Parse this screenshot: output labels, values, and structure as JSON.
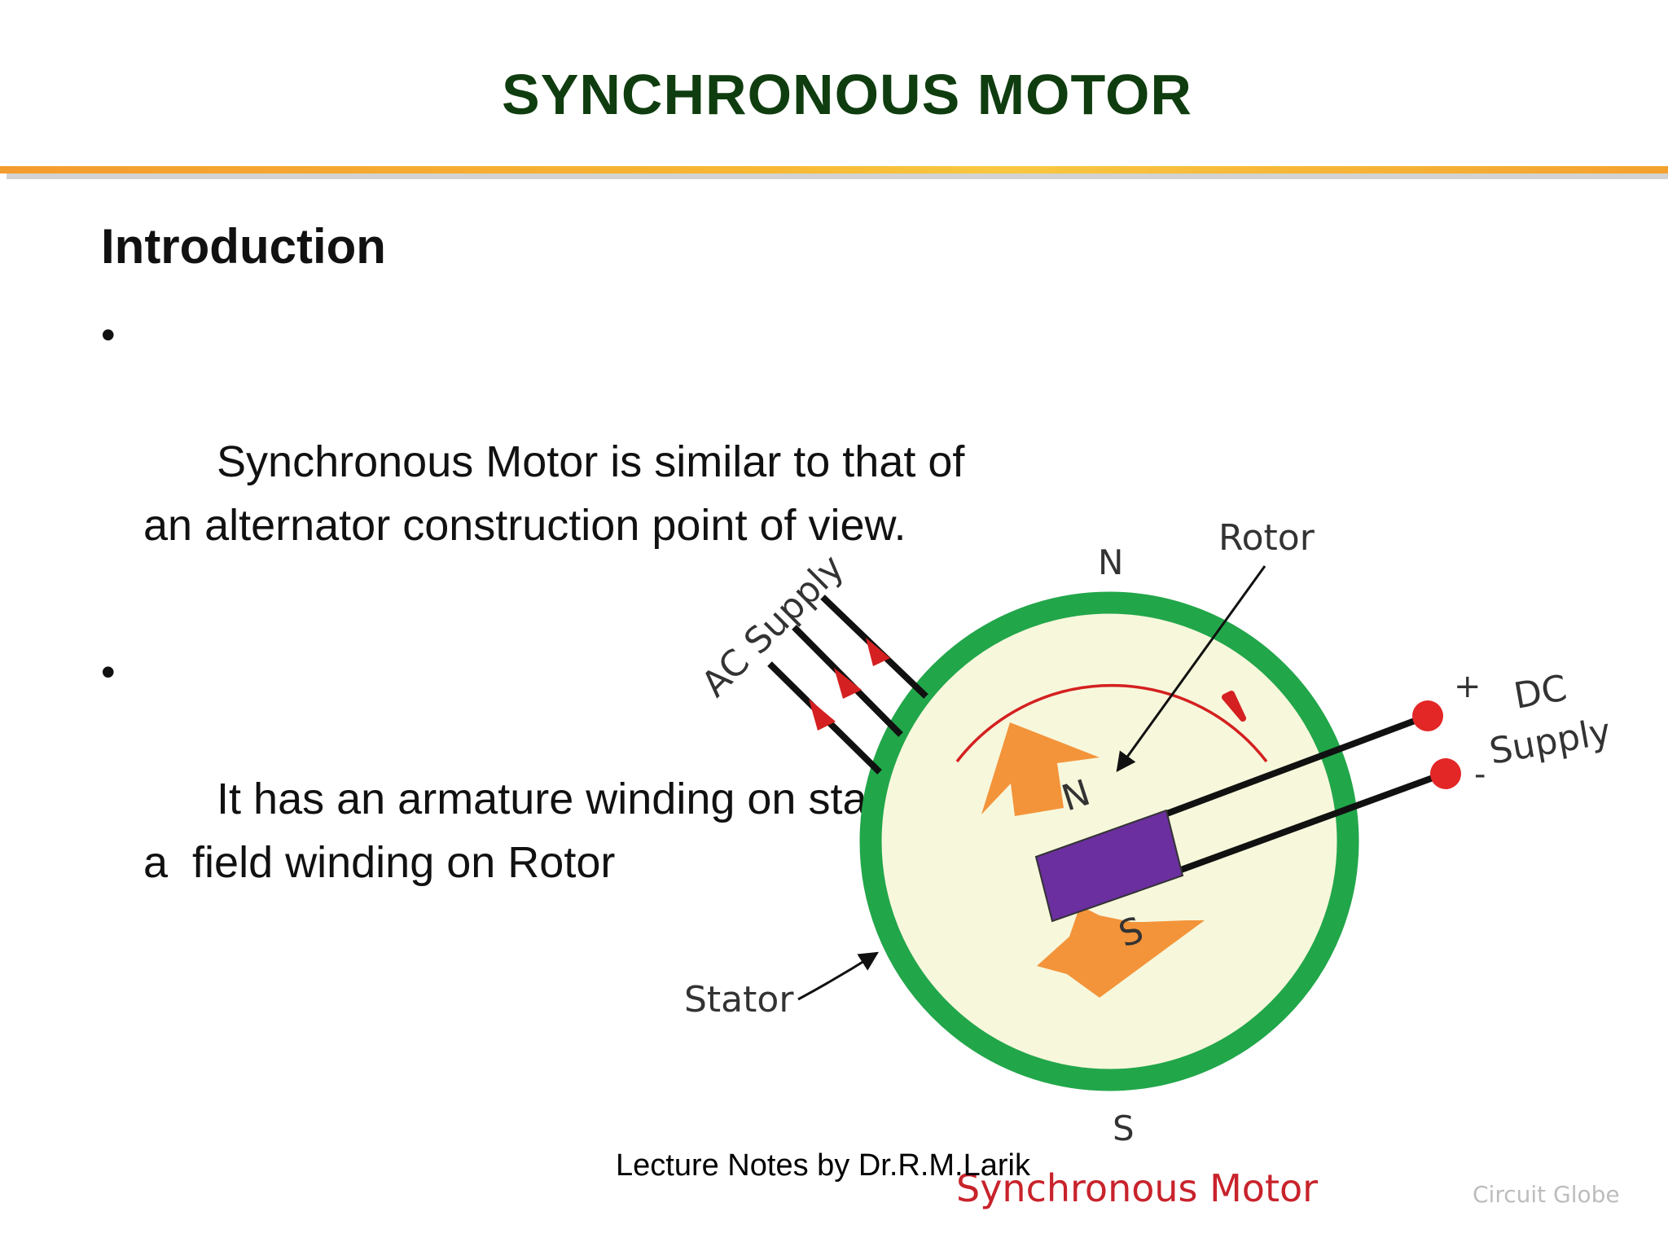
{
  "slide": {
    "title": "SYNCHRONOUS MOTOR",
    "heading": "Introduction",
    "bullets": [
      "Synchronous Motor is similar to that of\nan alternator construction point of view.",
      "It has an armature winding on stator and\na  field winding on Rotor"
    ],
    "footer": "Lecture Notes by Dr.R.M.Larik"
  },
  "figure": {
    "labels": {
      "ac_supply": "AC Supply",
      "rotor": "Rotor",
      "stator": "Stator",
      "stator_north": "N",
      "stator_south": "S",
      "rotor_north": "N",
      "rotor_south": "S",
      "dc_plus": "+",
      "dc_minus": "-",
      "dc_label": "DC",
      "dc_supply": "Supply",
      "caption": "Synchronous Motor",
      "watermark": "Circuit Globe"
    },
    "colors": {
      "stator_ring": "#22a64a",
      "rotor_space": "#f7f7dc",
      "pole_arrow": "#f3943a",
      "field_winding": "#6b2fa0",
      "rotation_arrow": "#d42020",
      "terminal": "#e32626",
      "caption": "#c8232c",
      "title": "#0f3d0f"
    }
  }
}
